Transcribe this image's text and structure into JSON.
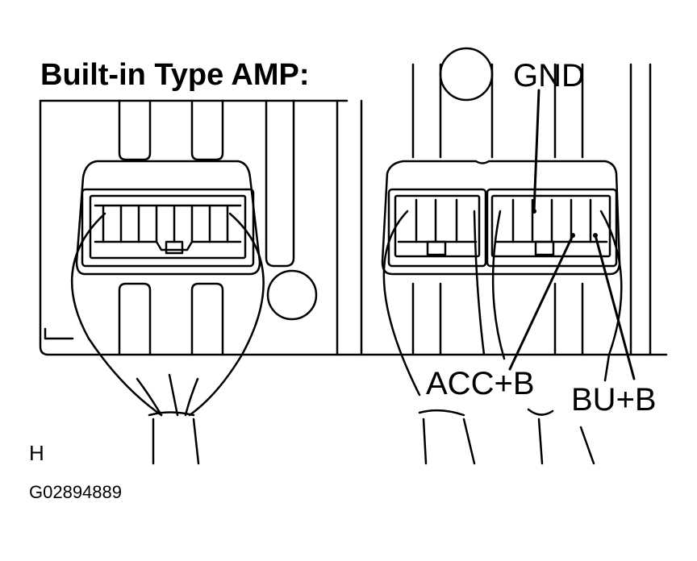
{
  "title": "Built-in  Type AMP:",
  "callouts": {
    "gnd": "GND",
    "acc": "ACC+B",
    "bu": "BU+B"
  },
  "view_letter": "H",
  "figure_code": "G02894889"
}
